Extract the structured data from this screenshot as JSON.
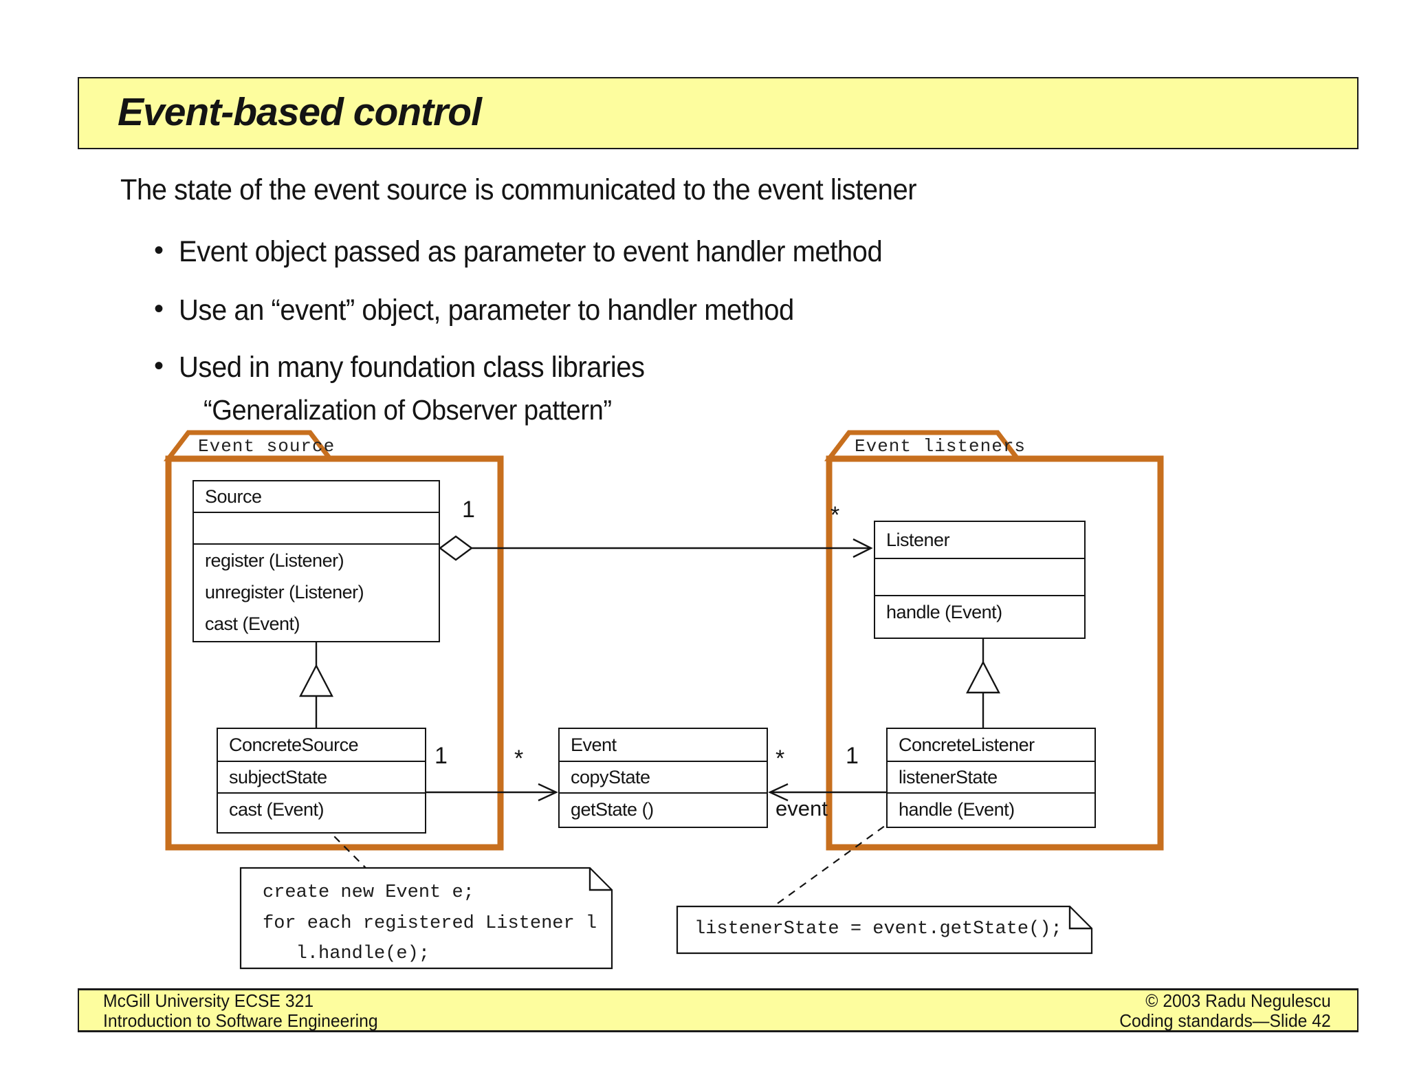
{
  "slide": {
    "title": "Event-based control",
    "intro": "The state of the event source is communicated to the event listener",
    "bullets": [
      "Event object passed as parameter to event handler method",
      "Use an “event” object, parameter to handler method",
      "Used in many foundation class libraries"
    ],
    "quote": "“Generalization of Observer pattern”"
  },
  "diagram": {
    "package_source_label": "Event source",
    "package_listeners_label": "Event listeners",
    "classes": {
      "source": {
        "name": "Source",
        "methods": [
          "register (Listener)",
          "unregister (Listener)",
          "cast (Event)"
        ]
      },
      "listener": {
        "name": "Listener",
        "methods": [
          "handle (Event)"
        ]
      },
      "concrete_source": {
        "name": "ConcreteSource",
        "attributes": [
          "subjectState"
        ],
        "methods": [
          "cast (Event)"
        ]
      },
      "event": {
        "name": "Event",
        "attributes": [
          "copyState"
        ],
        "methods": [
          "getState ()"
        ]
      },
      "concrete_listener": {
        "name": "ConcreteListener",
        "attributes": [
          "listenerState"
        ],
        "methods": [
          "handle (Event)"
        ]
      }
    },
    "multiplicities": {
      "source_end": "1",
      "listener_end": "*",
      "concrete_source_end": "1",
      "event_left_end": "*",
      "event_right_end": "*",
      "concrete_listener_end": "1",
      "event_role": "event"
    },
    "notes": {
      "source_note": [
        "create new Event e;",
        "for each registered Listener l",
        "   l.handle(e);"
      ],
      "listener_note": [
        "listenerState = event.getState();"
      ]
    }
  },
  "footer": {
    "left_line1": "McGill University ECSE 321",
    "left_line2": "Introduction to Software Engineering",
    "right_line1": "© 2003 Radu Negulescu",
    "right_line2": "Coding standards—Slide 42"
  },
  "colors": {
    "package_border": "#C76F1E",
    "bar_fill": "#FDFD9E"
  }
}
